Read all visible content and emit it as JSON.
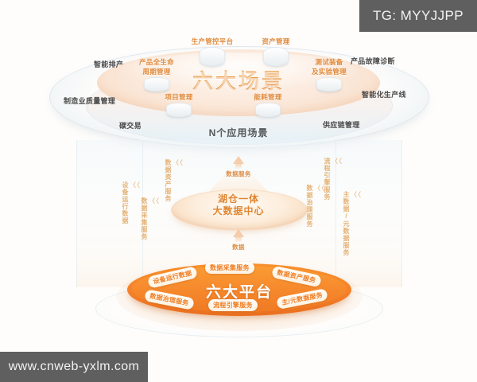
{
  "watermarks": {
    "top_right": "TG: MYYJJPP",
    "bottom_left": "www.cnweb-yxlm.com"
  },
  "colors": {
    "accent_orange": "#ef7d22",
    "title_orange": "#e8862f",
    "platform_orange": "#f5862b",
    "label_gray": "#4a4a4a"
  },
  "top_layer": {
    "title": "六大场景",
    "subtitle": "N个应用场景",
    "pedestals": [
      {
        "label": "生产管控平台"
      },
      {
        "label": "资产管理"
      },
      {
        "label": "产品全生命\n周期管理"
      },
      {
        "label": "测试装备\n及实验管理"
      },
      {
        "label": "项目管理"
      },
      {
        "label": "能耗管理"
      }
    ],
    "pedestal_labels": {
      "production_control": "生产管控平台",
      "asset_management": "资产管理",
      "product_lifecycle_line1": "产品全生命",
      "product_lifecycle_line2": "周期管理",
      "test_equipment_line1": "测试装备",
      "test_equipment_line2": "及实验管理",
      "project_management": "项目管理",
      "energy_management": "能耗管理"
    },
    "keywords": [
      {
        "text": "智能排产"
      },
      {
        "text": "制造业质量管理"
      },
      {
        "text": "碳交易"
      },
      {
        "text": "产品故障诊断"
      },
      {
        "text": "智能化生产线"
      },
      {
        "text": "供应链管理"
      }
    ],
    "keyword_map": {
      "smart_scheduling": "智能排产",
      "manufacturing_quality": "制造业质量管理",
      "carbon_trading": "碳交易",
      "fault_diagnosis": "产品故障诊断",
      "smart_production_line": "智能化生产线",
      "supply_chain": "供应链管理"
    }
  },
  "middle_layer": {
    "core_title_line1": "湖仓一体",
    "core_title_line2": "大数据中心",
    "arrow_up_label": "数据服务",
    "arrow_bottom_label": "数据",
    "side_labels": [
      {
        "text": "设备运行数据"
      },
      {
        "text": "数据采集服务"
      },
      {
        "text": "数据资产服务"
      },
      {
        "text": "流程引擎服务"
      },
      {
        "text": "数据治理服务"
      },
      {
        "text": "主数据/元数据服务"
      }
    ],
    "side_label_map": {
      "equipment_runtime_data": "设备运行数据",
      "data_collection_service": "数据采集服务",
      "data_asset_service": "数据资产服务",
      "process_engine_service": "流程引擎服务",
      "data_governance_service": "数据治理服务",
      "master_meta_data_service": "主数据/元数据服务"
    },
    "chevron": "〈〈"
  },
  "bottom_layer": {
    "title": "六大平台",
    "pills": [
      {
        "text": "设备运行数据"
      },
      {
        "text": "数据采集服务"
      },
      {
        "text": "数据资产服务"
      },
      {
        "text": "数据治理服务"
      },
      {
        "text": "流程引擎服务"
      },
      {
        "text": "主/元数据服务"
      }
    ],
    "pill_map": {
      "equipment_runtime_data": "设备运行数据",
      "data_collection_service": "数据采集服务",
      "data_asset_service": "数据资产服务",
      "data_governance_service": "数据治理服务",
      "process_engine_service": "流程引擎服务",
      "master_meta_data_service": "主/元数据服务"
    }
  }
}
